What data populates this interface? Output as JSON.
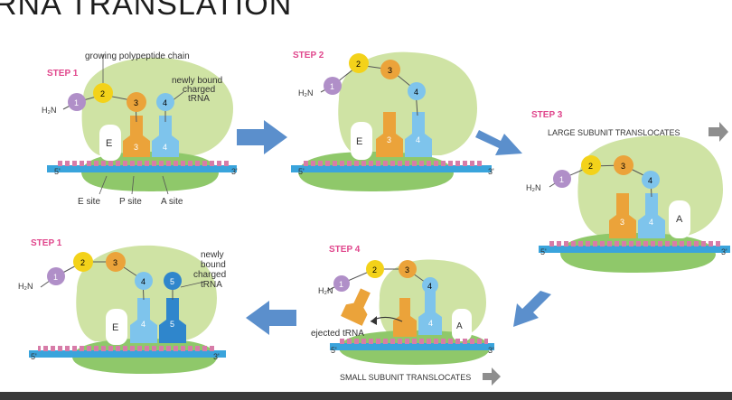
{
  "title": "RNA TRANSLATION",
  "colors": {
    "large_subunit": "#cfe3a4",
    "small_subunit": "#8fc86a",
    "mrna": "#3aa4dc",
    "aa1": "#b08fc8",
    "aa2": "#f3d21a",
    "aa3": "#eba33a",
    "aa4": "#7ec4ec",
    "aa5": "#2f86cc",
    "trna_p": "#eba33a",
    "trna_a": "#7ec4ec",
    "arrow": "#5b8fcc",
    "step_label": "#e0468c"
  },
  "labels": {
    "step1": "STEP 1",
    "step2": "STEP 2",
    "step3": "STEP 3",
    "step4": "STEP 4",
    "step1b": "STEP 1",
    "growing_chain": "growing polypeptide chain",
    "newly_bound_1": "newly bound",
    "newly_bound_2": "charged",
    "newly_bound_3": "tRNA",
    "newly_b_1": "newly",
    "newly_b_2": "bound",
    "newly_b_3": "charged",
    "newly_b_4": "tRNA",
    "e_site": "E site",
    "p_site": "P site",
    "a_site": "A site",
    "large_translocates": "LARGE SUBUNIT TRANSLOCATES",
    "small_translocates": "SMALL SUBUNIT TRANSLOCATES",
    "ejected_trna": "ejected tRNA",
    "h2n": "H₂N",
    "five_prime": "5'",
    "three_prime": "3'",
    "site_e": "E",
    "site_a": "A"
  },
  "numbers": {
    "n1": "1",
    "n2": "2",
    "n3": "3",
    "n4": "4",
    "n5": "5"
  }
}
